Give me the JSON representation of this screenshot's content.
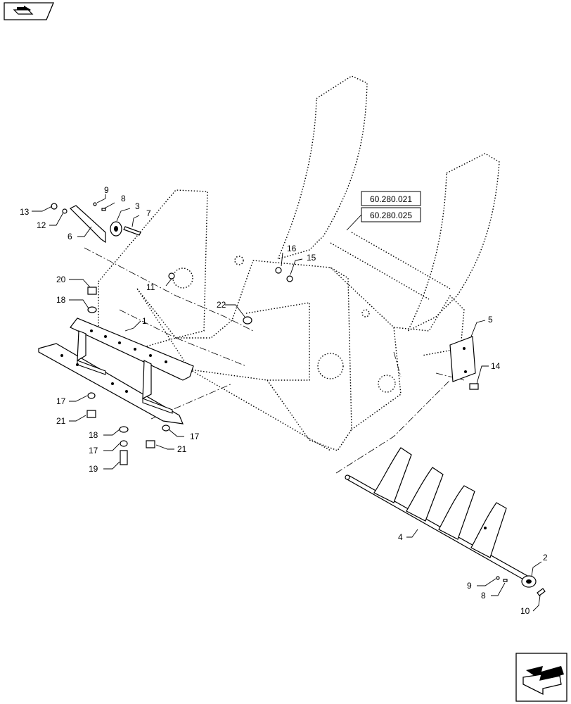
{
  "callouts": [
    "13",
    "12",
    "9",
    "8",
    "3",
    "7",
    "6",
    "20",
    "18",
    "1",
    "11",
    "16",
    "15",
    "22",
    "5",
    "14",
    "17",
    "21",
    "18",
    "17",
    "19",
    "21",
    "17",
    "4",
    "2",
    "9",
    "8",
    "10"
  ],
  "references": [
    "60.280.021",
    "60.280.025"
  ],
  "icons": {
    "top_left": "drawing-view-icon",
    "bottom_right": "next-page-arrow-icon"
  }
}
